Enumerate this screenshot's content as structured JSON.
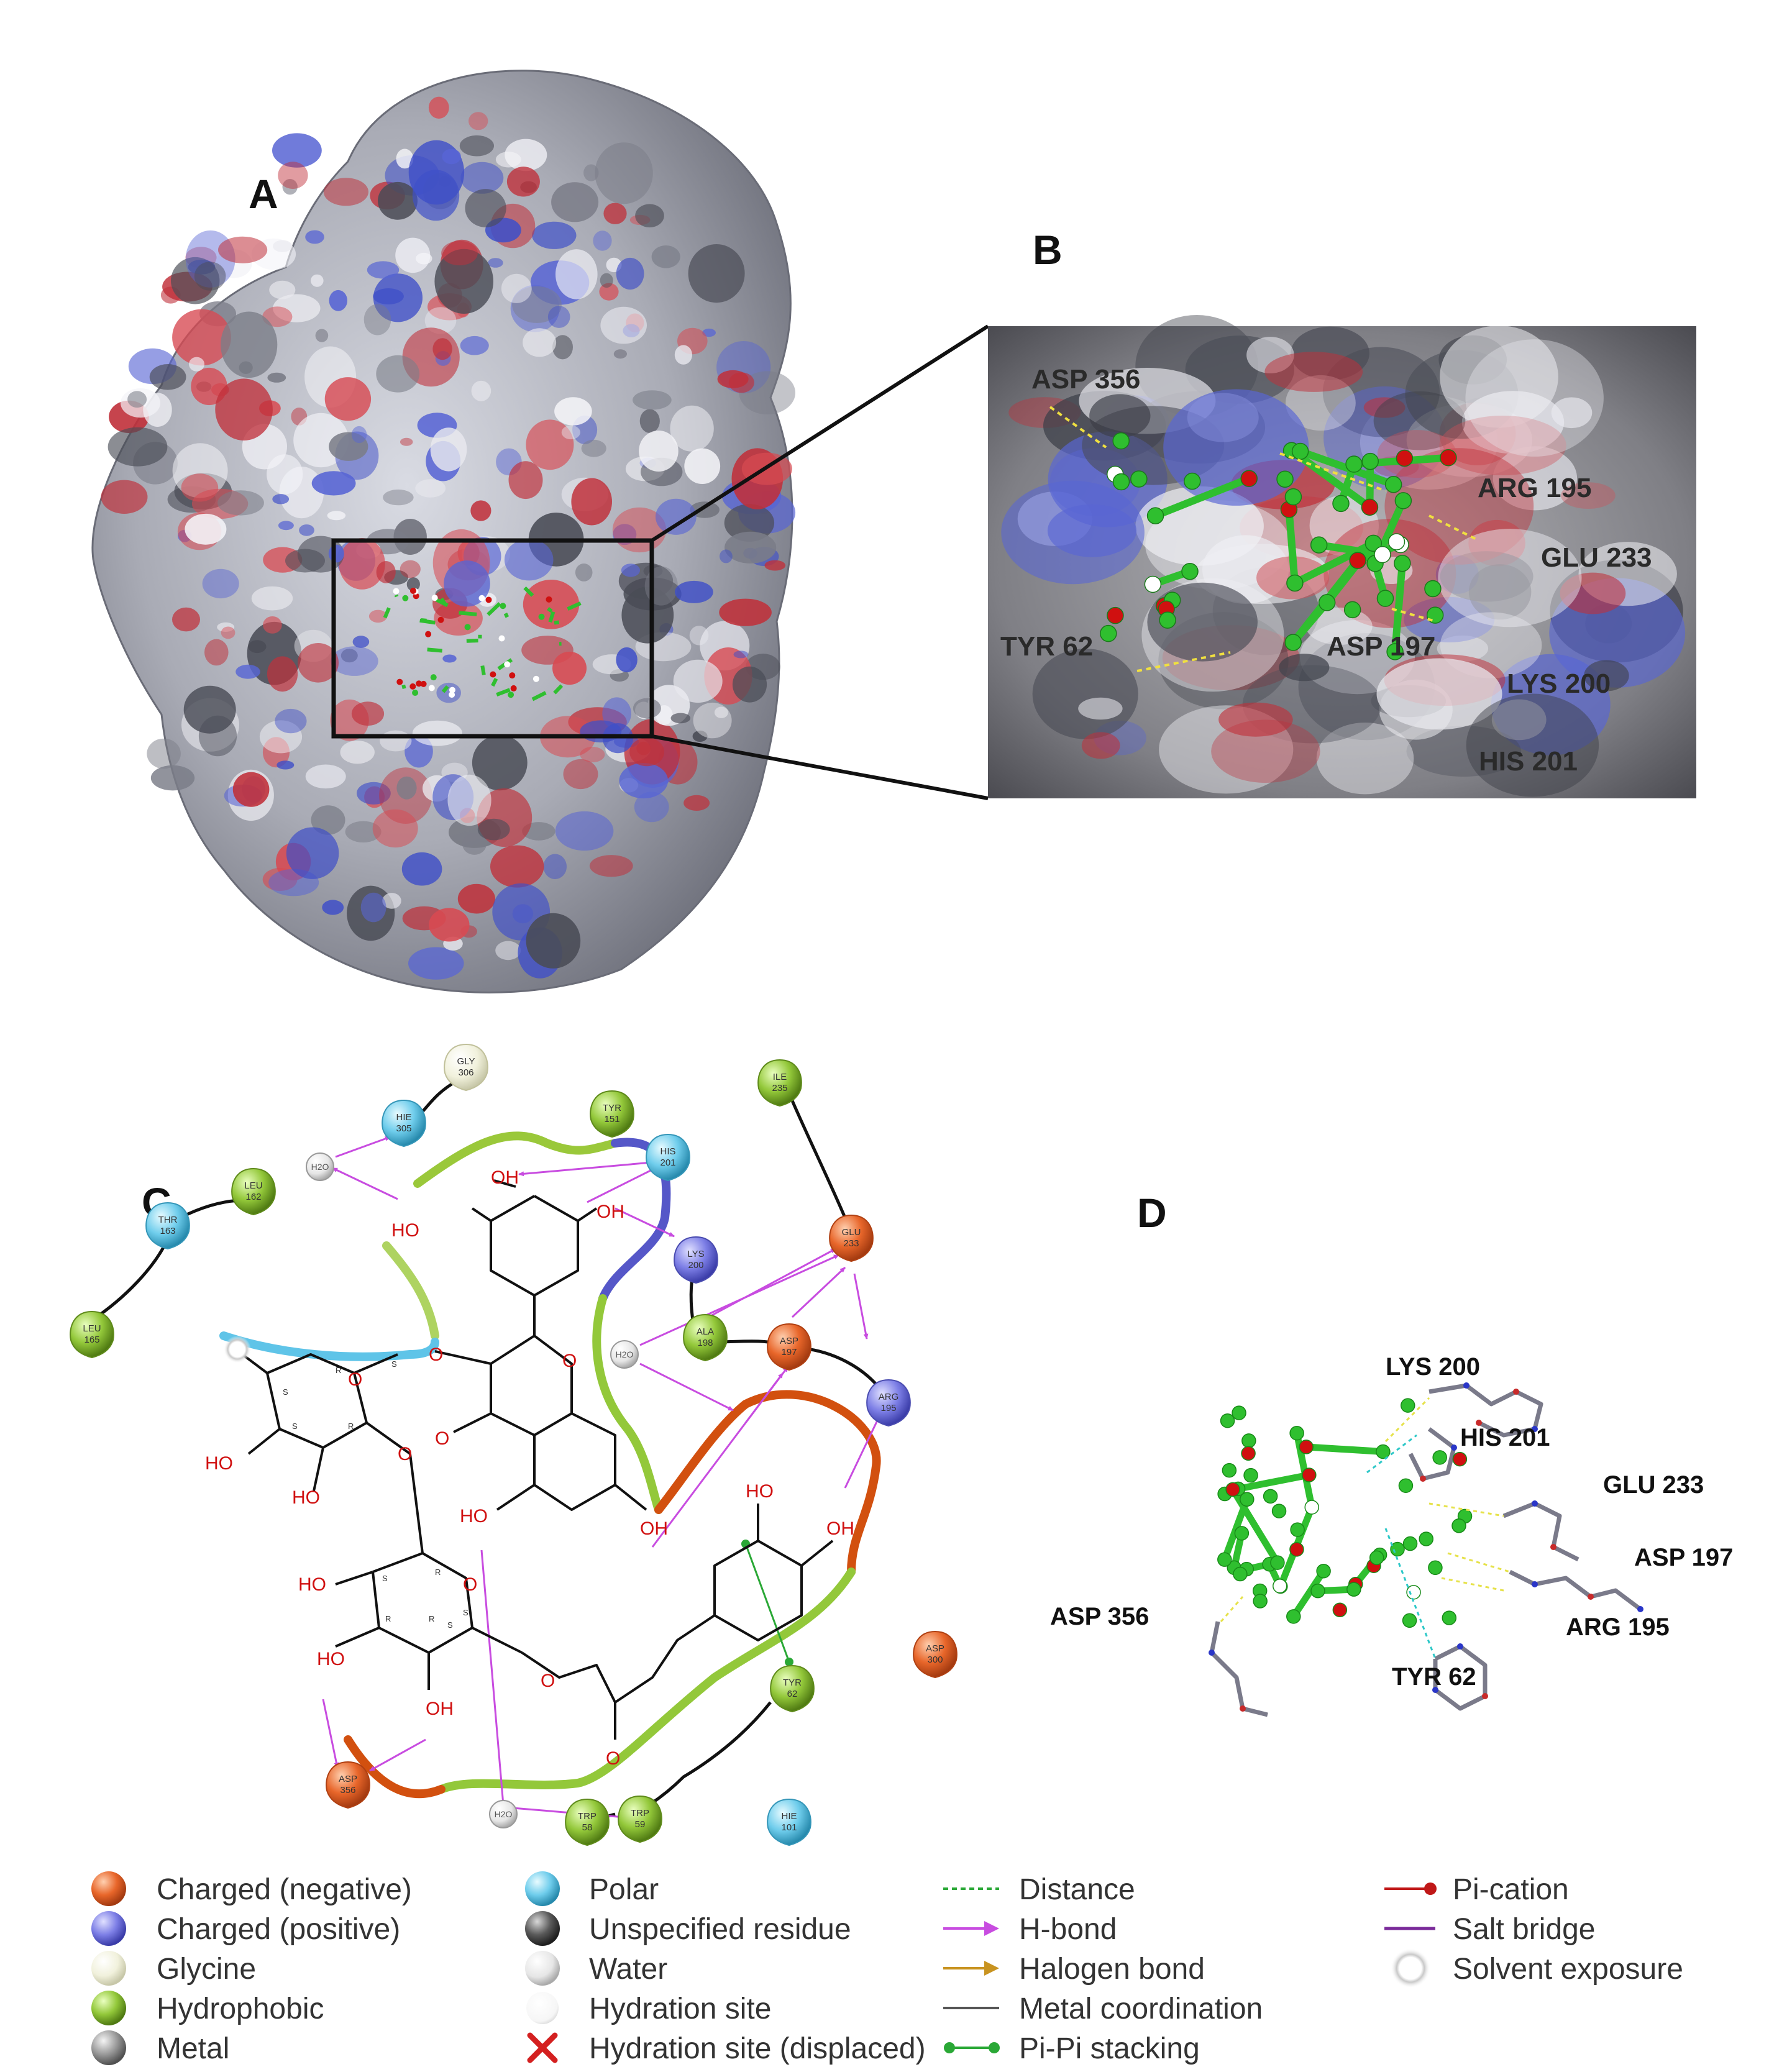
{
  "panels": {
    "a": "A",
    "b": "B",
    "c": "C",
    "d": "D"
  },
  "panel_b_residues": [
    "ASP  356",
    "ARG  195",
    "GLU  233",
    "TYR  62",
    "ASP  197",
    "LYS  200",
    "HIS  201"
  ],
  "panel_c": {
    "residues": [
      {
        "name": "GLY",
        "num": "306",
        "type": "glycine"
      },
      {
        "name": "HIE",
        "num": "305",
        "type": "polar"
      },
      {
        "name": "TYR",
        "num": "151",
        "type": "hydrophobic"
      },
      {
        "name": "ILE",
        "num": "235",
        "type": "hydrophobic"
      },
      {
        "name": "HIS",
        "num": "201",
        "type": "polar"
      },
      {
        "name": "LYS",
        "num": "200",
        "type": "positive"
      },
      {
        "name": "GLU",
        "num": "233",
        "type": "negative"
      },
      {
        "name": "LEU",
        "num": "162",
        "type": "hydrophobic"
      },
      {
        "name": "THR",
        "num": "163",
        "type": "polar"
      },
      {
        "name": "LEU",
        "num": "165",
        "type": "hydrophobic"
      },
      {
        "name": "ALA",
        "num": "198",
        "type": "hydrophobic"
      },
      {
        "name": "ASP",
        "num": "197",
        "type": "negative"
      },
      {
        "name": "ARG",
        "num": "195",
        "type": "positive"
      },
      {
        "name": "ASP",
        "num": "300",
        "type": "negative"
      },
      {
        "name": "TYR",
        "num": "62",
        "type": "hydrophobic"
      },
      {
        "name": "ASP",
        "num": "356",
        "type": "negative"
      },
      {
        "name": "TRP",
        "num": "58",
        "type": "hydrophobic"
      },
      {
        "name": "TRP",
        "num": "59",
        "type": "hydrophobic"
      },
      {
        "name": "HIE",
        "num": "101",
        "type": "polar"
      }
    ],
    "water_label": "H2O",
    "atoms": {
      "oh": "OH",
      "ho": "HO",
      "o": "O"
    },
    "stereo": [
      "S",
      "R",
      "S",
      "R",
      "S",
      "S",
      "R",
      "R",
      "S",
      "R",
      "S"
    ]
  },
  "panel_d_residues": [
    "LYS  200",
    "HIS  201",
    "GLU  233",
    "ASP  197",
    "ASP  356",
    "ARG  195",
    "TYR  62"
  ],
  "legend": {
    "col1": [
      "Charged (negative)",
      "Charged (positive)",
      "Glycine",
      "Hydrophobic",
      "Metal"
    ],
    "col2": [
      "Polar",
      "Unspecified residue",
      "Water",
      "Hydration site",
      "Hydration site (displaced)"
    ],
    "col3": [
      "Distance",
      "H-bond",
      "Halogen bond",
      "Metal coordination",
      "Pi-Pi stacking"
    ],
    "col4": [
      "Pi-cation",
      "Salt bridge",
      "Solvent exposure"
    ]
  },
  "colors": {
    "negative": "#e8662a",
    "positive": "#7d7fe6",
    "glycine": "#f1f1dc",
    "hydrophobic": "#93c83a",
    "polar": "#6fcdec",
    "water": "#dedede",
    "hbond": "#c84ce0",
    "pi_pi": "#2aa836",
    "ligand_green": "#2fbf2f",
    "oxygen_red": "#d01010"
  }
}
